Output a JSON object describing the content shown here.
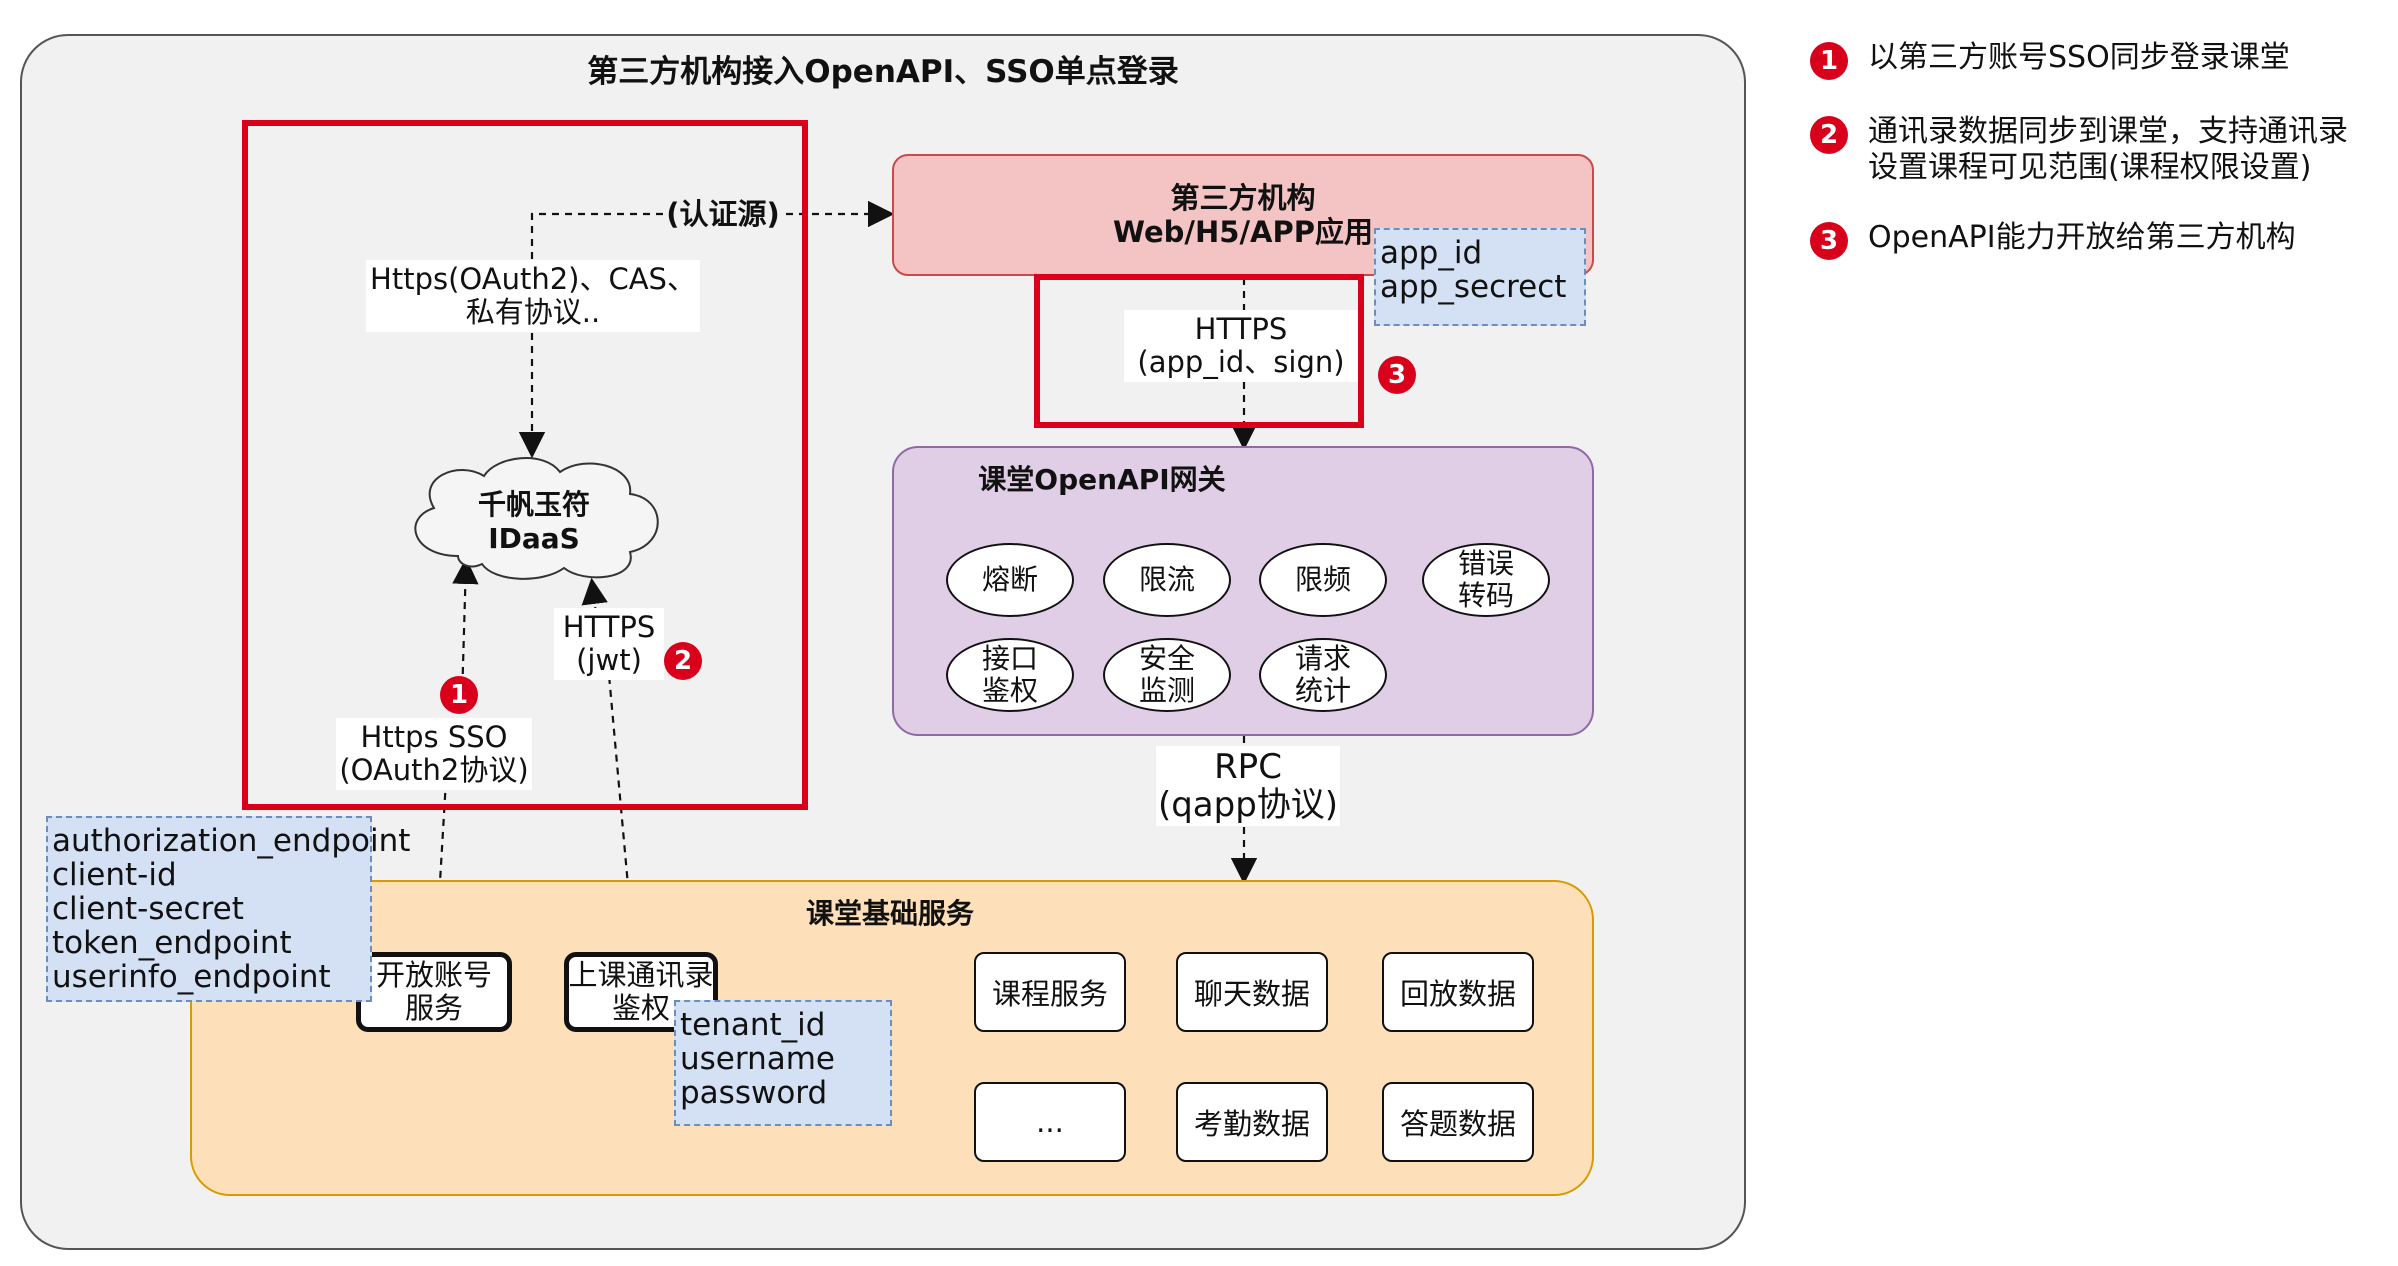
{
  "main_title": "第三方机构接入OpenAPI、SSO单点登录",
  "third_party": {
    "line1": "第三方机构",
    "line2": "Web/H5/APP应用"
  },
  "app_credentials": "app_id\napp_secrect",
  "auth_source_label": "(认证源)",
  "protocols_label": "Https(OAuth2)、CAS、\n私有协议..",
  "idaas": {
    "line1": "千帆玉符",
    "line2": "IDaaS"
  },
  "https_api_label": "HTTPS\n(app_id、sign)",
  "gateway": {
    "title": "课堂OpenAPI网关",
    "features": [
      "熔断",
      "限流",
      "限频",
      "错误\n转码",
      "接口\n鉴权",
      "安全\n监测",
      "请求\n统计"
    ]
  },
  "jwt_label": "HTTPS\n(jwt)",
  "sso_label": "Https SSO\n(OAuth2协议)",
  "rpc_label": "RPC\n(qapp协议)",
  "oauth_endpoints": "authorization_endpoint\nclient-id\nclient-secret\ntoken_endpoint\nuserinfo_endpoint",
  "base_services": {
    "title": "课堂基础服务",
    "account_service": "开放账号\n服务",
    "contacts_auth": "上课通讯录\n鉴权",
    "items": [
      "课程服务",
      "聊天数据",
      "回放数据",
      "...",
      "考勤数据",
      "答题数据"
    ]
  },
  "tenant_credentials": "tenant_id\nusername\npassword",
  "badges": [
    "1",
    "2",
    "3"
  ],
  "legend": [
    {
      "num": "1",
      "text": "以第三方账号SSO同步登录课堂"
    },
    {
      "num": "2",
      "text": "通讯录数据同步到课堂，支持通讯录\n设置课程可见范围(课程权限设置)"
    },
    {
      "num": "3",
      "text": "OpenAPI能力开放给第三方机构"
    }
  ],
  "colors": {
    "red": "#d9001b",
    "pink": "#f4c4c4",
    "purple": "#e0cde6",
    "orange": "#fde0b9",
    "blue_note": "#d4e1f5",
    "background": "#f1f1f1"
  }
}
